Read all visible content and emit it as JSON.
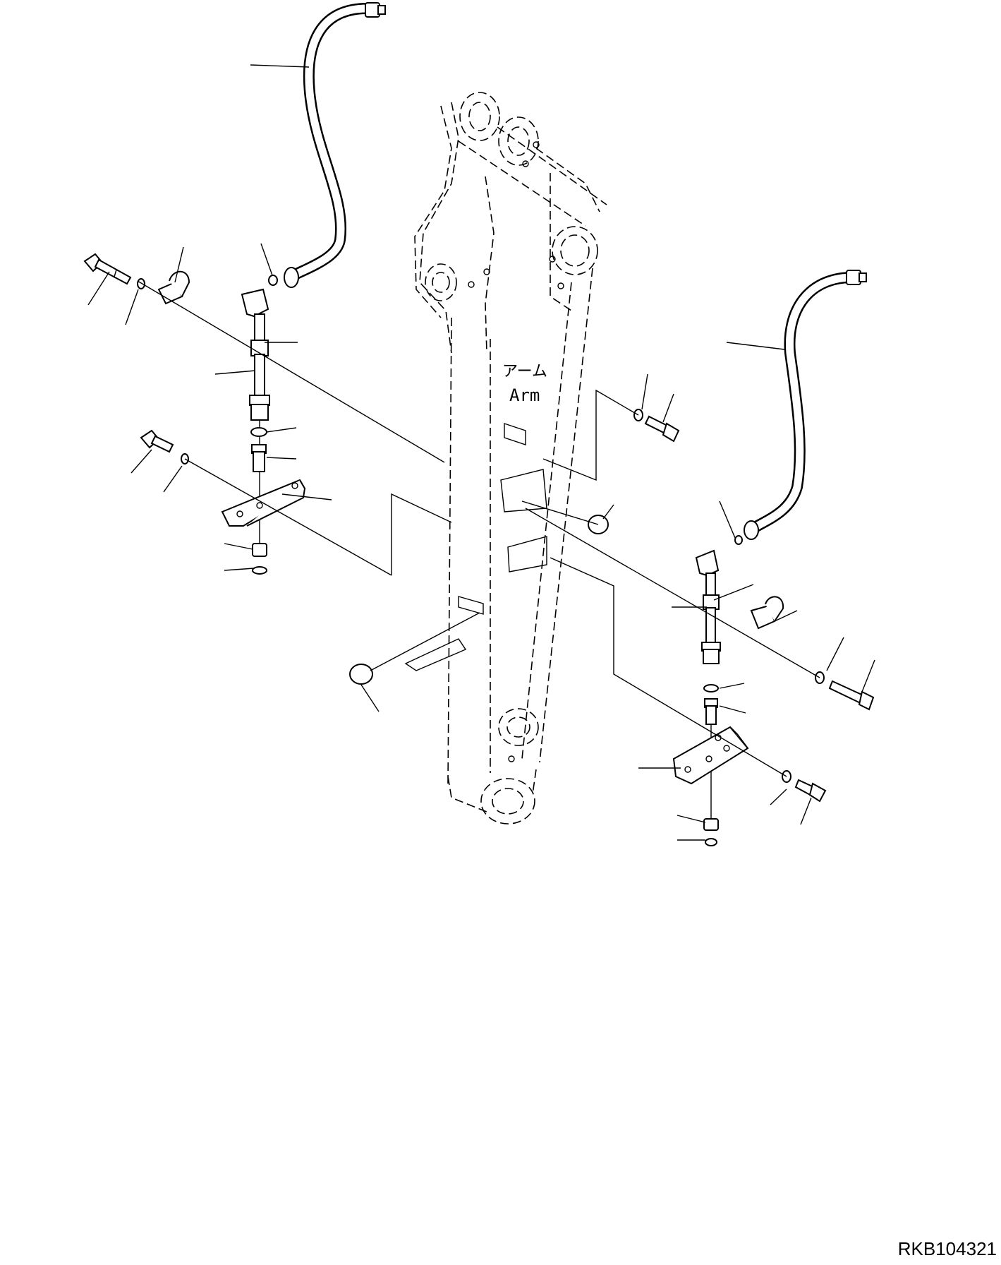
{
  "diagram": {
    "arm_label_jp": "アーム",
    "arm_label_en": "Arm",
    "drawing_code": "RKB104321"
  },
  "icons": {
    "hose": "hydraulic-hose-icon",
    "pipe": "pipe-assembly-icon",
    "bolt": "bolt-icon",
    "washer": "washer-icon",
    "clamp": "clamp-icon",
    "bracket": "bracket-icon",
    "plug": "blind-plug-icon",
    "oring": "o-ring-icon"
  }
}
